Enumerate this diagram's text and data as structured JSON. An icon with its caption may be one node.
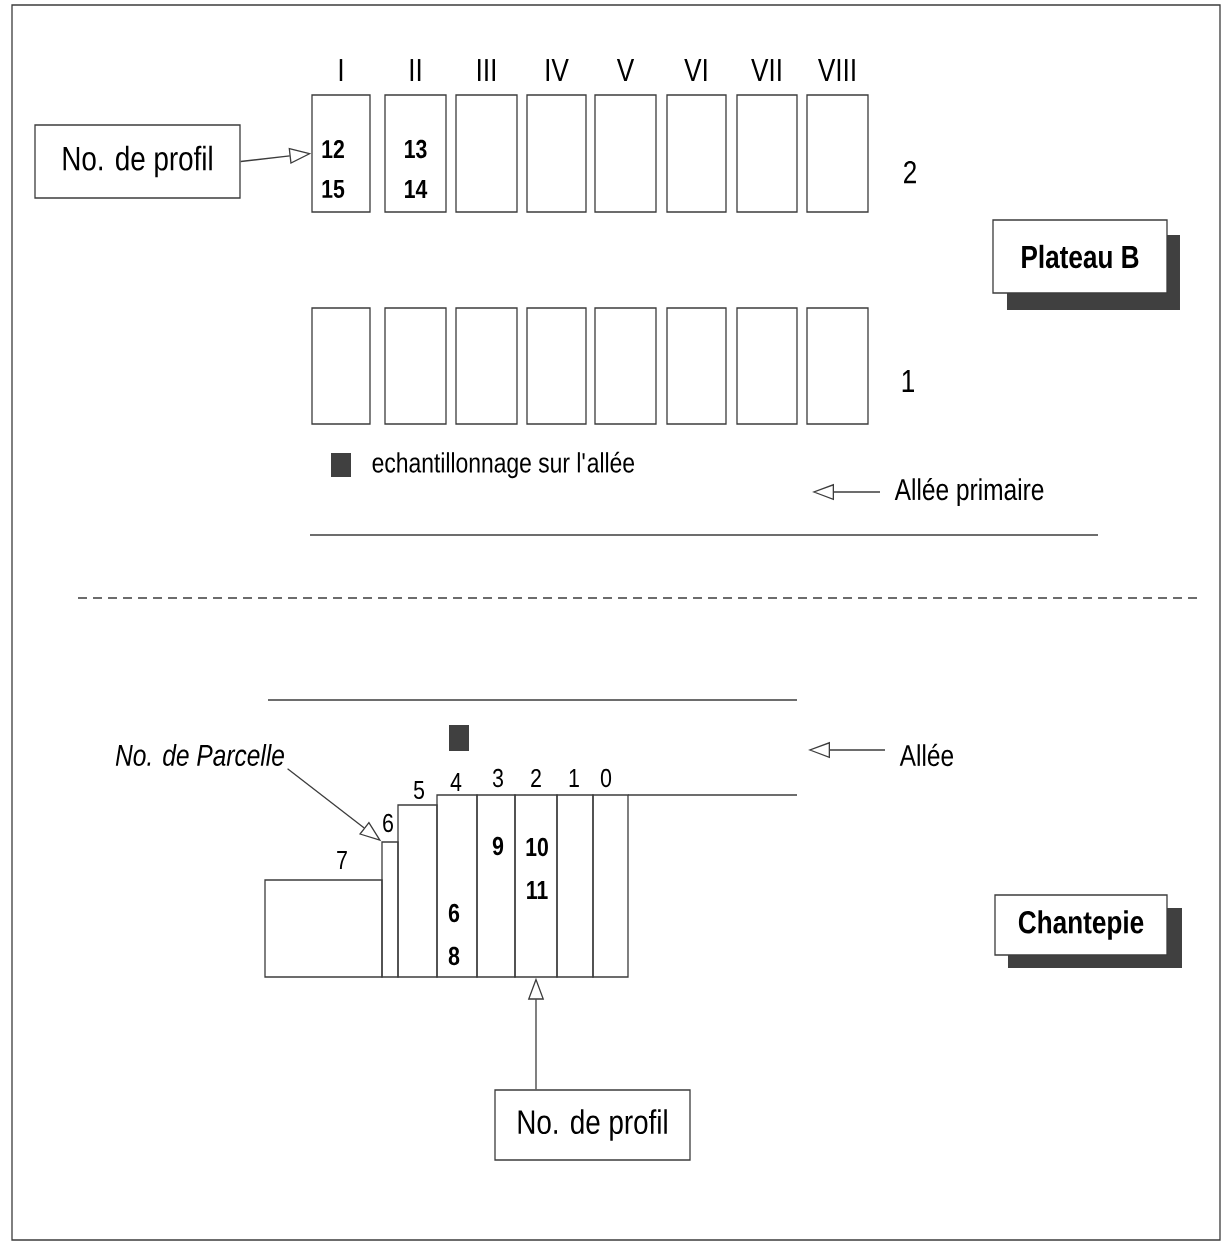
{
  "diagram": {
    "nodes": [
      {
        "text": [
          "No. de profil"
        ]
      },
      {
        "text": [
          "I",
          "12",
          "15"
        ]
      },
      {
        "text": [
          "II",
          "13",
          "14"
        ]
      },
      {
        "text": [
          "III"
        ]
      },
      {
        "text": [
          "IV"
        ]
      },
      {
        "text": [
          "V"
        ]
      },
      {
        "text": [
          "VI"
        ]
      },
      {
        "text": [
          "VII"
        ]
      },
      {
        "text": [
          "VIII"
        ]
      },
      {
        "text": [
          "Plateau  B"
        ]
      },
      {
        "text": [],
        "shape": "box"
      },
      {
        "text": [],
        "shape": "box"
      },
      {
        "text": [],
        "shape": "box"
      },
      {
        "text": [],
        "shape": "box"
      },
      {
        "text": [],
        "shape": "box"
      },
      {
        "text": [],
        "shape": "box"
      },
      {
        "text": [],
        "shape": "box"
      },
      {
        "text": [],
        "shape": "box"
      },
      {
        "text": [
          "No.  de Parcelle"
        ]
      },
      {
        "text": [
          "7"
        ]
      },
      {
        "text": [
          "6"
        ]
      },
      {
        "text": [
          "5"
        ]
      },
      {
        "text": [
          "4",
          "6",
          "8"
        ]
      },
      {
        "text": [
          "3",
          "9"
        ]
      },
      {
        "text": [
          "2",
          "10",
          "11"
        ]
      },
      {
        "text": [
          "1"
        ]
      },
      {
        "text": [
          "0"
        ]
      },
      {
        "text": [
          "Chantepie"
        ]
      },
      {
        "text": [
          "No. de profil"
        ]
      }
    ],
    "edges": [
      {
        "from": 0,
        "to": 1,
        "arrow": "to"
      },
      {
        "from": 18,
        "to": 20,
        "arrow": "to"
      },
      {
        "from": 28,
        "to": 24,
        "arrow": "to"
      }
    ],
    "labels": [
      "2",
      "1",
      "Allée primaire",
      "Allée"
    ],
    "legend": [
      {
        "text": "echantillonnage  sur l'allée",
        "color": "#404040"
      }
    ]
  }
}
